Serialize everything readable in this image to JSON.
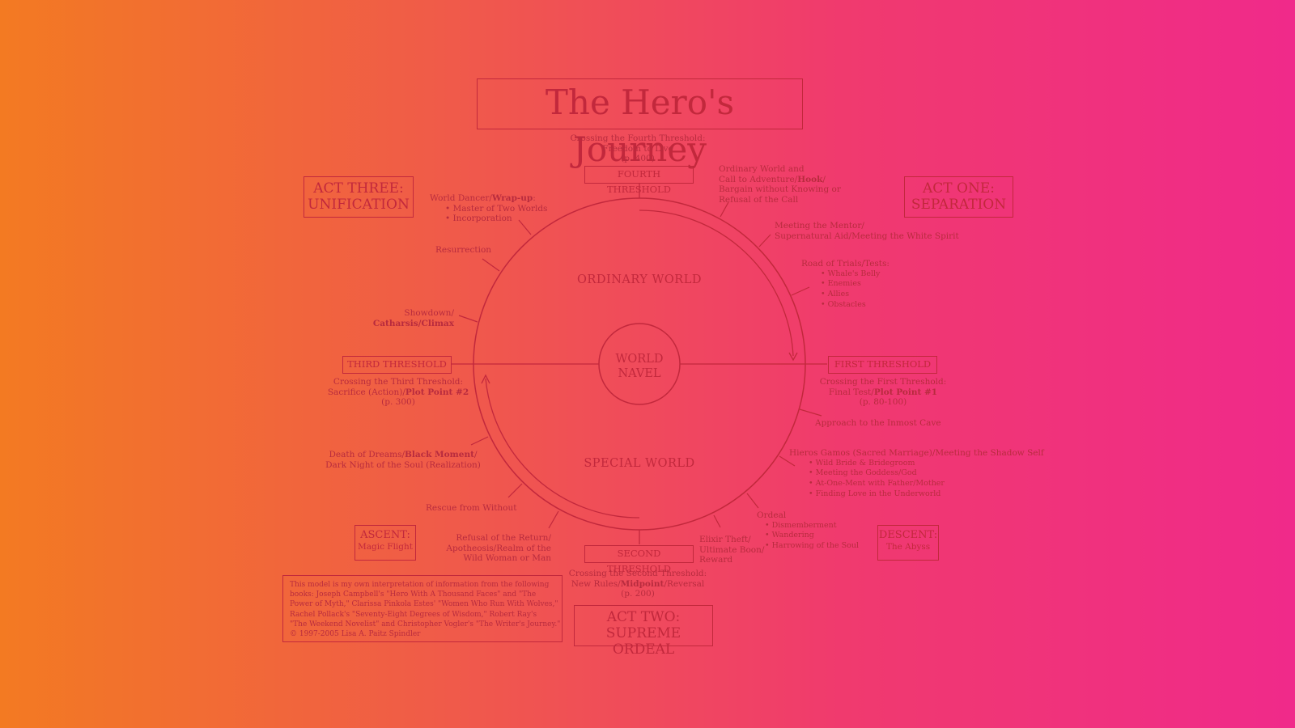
{
  "title": "The Hero's Journey",
  "acts": {
    "one": [
      "ACT ONE:",
      "SEPARATION"
    ],
    "two": [
      "ACT TWO:",
      "SUPREME ORDEAL"
    ],
    "three": [
      "ACT THREE:",
      "UNIFICATION"
    ]
  },
  "phases": {
    "ascent": {
      "label": "ASCENT:",
      "sub": "Magic Flight"
    },
    "descent": {
      "label": "DESCENT:",
      "sub": "The Abyss"
    }
  },
  "thresholds": {
    "first": "FIRST THRESHOLD",
    "second": "SECOND THRESHOLD",
    "third": "THIRD THRESHOLD",
    "fourth": "FOURTH THRESHOLD"
  },
  "worlds": {
    "ordinary": "ORDINARY WORLD",
    "special": "SPECIAL WORLD",
    "navel": [
      "WORLD",
      "NAVEL"
    ]
  },
  "labels": {
    "fourth_crossing": [
      "Crossing the Fourth Threshold:",
      "Freedom to Live",
      "(p. 400)"
    ],
    "ordinary_call": {
      "l1": "Ordinary World and",
      "l2a": "Call to Adventure/",
      "l2b": "Hook",
      "l2c": "/",
      "l3": "Bargain without Knowing or",
      "l4": "Refusal of the Call"
    },
    "mentor": [
      "Meeting the Mentor/",
      "Supernatural Aid/Meeting the White Spirit"
    ],
    "trials": {
      "head": "Road of Trials/Tests:",
      "items": [
        "Whale's Belly",
        "Enemies",
        "Allies",
        "Obstacles"
      ]
    },
    "first_crossing": {
      "l1": "Crossing the First Threshold:",
      "l2a": "Final Test/",
      "l2b": "Plot Point #1",
      "l3": "(p. 80-100)"
    },
    "approach": "Approach to the Inmost Cave",
    "hieros": {
      "head": "Hieros Gamos (Sacred Marriage)/Meeting the Shadow Self",
      "items": [
        "Wild Bride & Bridegroom",
        "Meeting the Goddess/God",
        "At-One-Ment with Father/Mother",
        "Finding Love in the Underworld"
      ]
    },
    "ordeal": {
      "head": "Ordeal",
      "items": [
        "Dismemberment",
        "Wandering",
        "Harrowing of the Soul"
      ]
    },
    "elixir": [
      "Elixir Theft/",
      "Ultimate Boon/",
      "Reward"
    ],
    "second_crossing": {
      "l1": "Crossing the Second Threshold:",
      "l2a": "New Rules/",
      "l2b": "Midpoint",
      "l2c": "/Reversal",
      "l3": "(p. 200)"
    },
    "refusal_return": [
      "Refusal of the Return/",
      "Apotheosis/Realm of the",
      "Wild Woman or Man"
    ],
    "rescue": "Rescue from Without",
    "death_dreams": {
      "l1a": "Death of Dreams/",
      "l1b": "Black Moment",
      "l1c": "/",
      "l2": "Dark Night of the Soul (Realization)"
    },
    "third_crossing": {
      "l1": "Crossing the Third Threshold:",
      "l2a": "Sacrifice (Action)/",
      "l2b": "Plot Point #2",
      "l3": "(p. 300)"
    },
    "showdown": {
      "l1": "Showdown/",
      "l2": "Catharsis/Climax"
    },
    "resurrection": "Resurrection",
    "world_dancer": {
      "l1a": "World Dancer/",
      "l1b": "Wrap-up",
      "l1c": ":",
      "items": [
        "Master of Two Worlds",
        "Incorporation"
      ]
    }
  },
  "credit": [
    "This model is my own interpretation of information from the following",
    "books: Joseph Campbell's \"Hero With A Thousand Faces\" and \"The",
    "Power of Myth,\" Clarissa Pinkola Estes' \"Women Who Run With Wolves,\"",
    "Rachel Pollack's \"Seventy-Eight Degrees of Wisdom,\" Robert Ray's",
    "\"The Weekend Novelist\" and Christopher Vogler's \"The Writer's Journey.\"",
    "© 1997-2005 Lisa A. Paitz Spindler"
  ],
  "colors": {
    "ink": "#c2283c",
    "gradient_left": "#f37a22",
    "gradient_right": "#f02a8a"
  }
}
